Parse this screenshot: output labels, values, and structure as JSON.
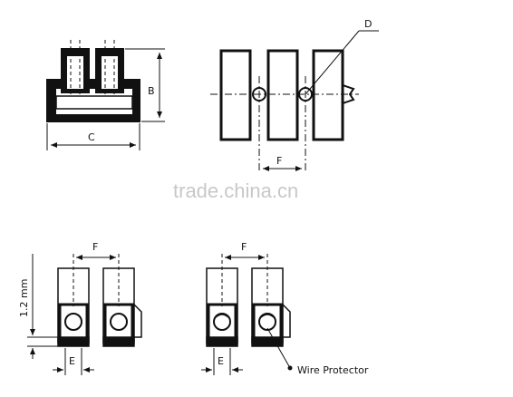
{
  "labels": {
    "B": "B",
    "C": "C",
    "D": "D",
    "F_top": "F",
    "F_left": "F",
    "F_right": "F",
    "mm": "1.2 mm",
    "E_left": "E",
    "E_right": "E",
    "wire_protector": "Wire Protector"
  },
  "watermark": "trade.china.cn",
  "colors": {
    "ink": "#111111",
    "paper": "#ffffff",
    "watermark": "#c8c8c8"
  }
}
